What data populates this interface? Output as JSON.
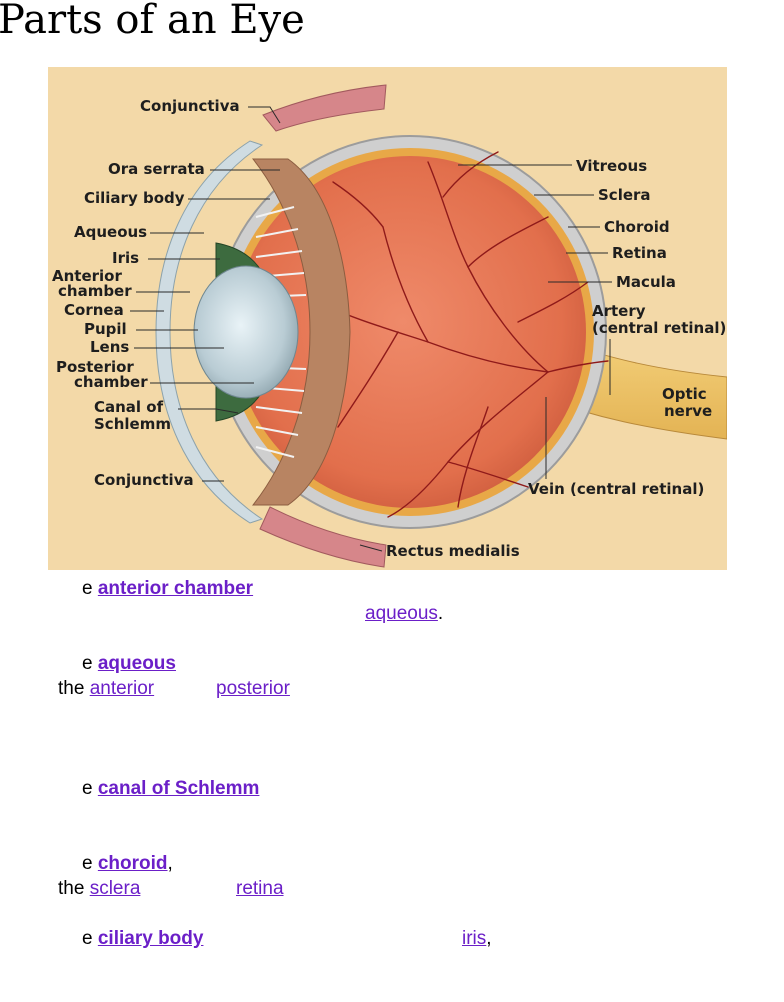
{
  "page": {
    "title": "Parts of an Eye"
  },
  "diagram": {
    "labels": {
      "conjunctiva_top": "Conjunctiva",
      "ora_serrata": "Ora serrata",
      "ciliary_body": "Ciliary body",
      "aqueous": "Aqueous",
      "iris": "Iris",
      "anterior_chamber": [
        "Anterior",
        "chamber"
      ],
      "cornea": "Cornea",
      "pupil": "Pupil",
      "lens": "Lens",
      "posterior_chamber": [
        "Posterior",
        "chamber"
      ],
      "canal_of_schlemm": [
        "Canal of",
        "Schlemm"
      ],
      "conjunctiva_bottom": "Conjunctiva",
      "vitreous": "Vitreous",
      "sclera": "Sclera",
      "choroid": "Choroid",
      "retina": "Retina",
      "macula": "Macula",
      "artery": [
        "Artery",
        "(central retinal)"
      ],
      "optic_nerve": [
        "Optic",
        "nerve"
      ],
      "vein": "Vein (central retinal)",
      "rectus_medialis": "Rectus medialis"
    }
  },
  "glossary": {
    "anterior_chamber": {
      "prefix": "e ",
      "term": "anterior chamber",
      "link": "aqueous",
      "tail": "."
    },
    "aqueous": {
      "prefix": "e ",
      "term": "aqueous",
      "lead": "the ",
      "link1": "anterior",
      "link2": "posterior"
    },
    "canal_of_schlemm": {
      "prefix": "e ",
      "term": "canal of Schlemm"
    },
    "choroid": {
      "prefix": "e ",
      "term": "choroid",
      "tail": ",",
      "lead": "the ",
      "link1": "sclera",
      "link2": "retina"
    },
    "ciliary_body": {
      "prefix": "e ",
      "term": "ciliary body",
      "link": "iris",
      "tail": ","
    }
  }
}
